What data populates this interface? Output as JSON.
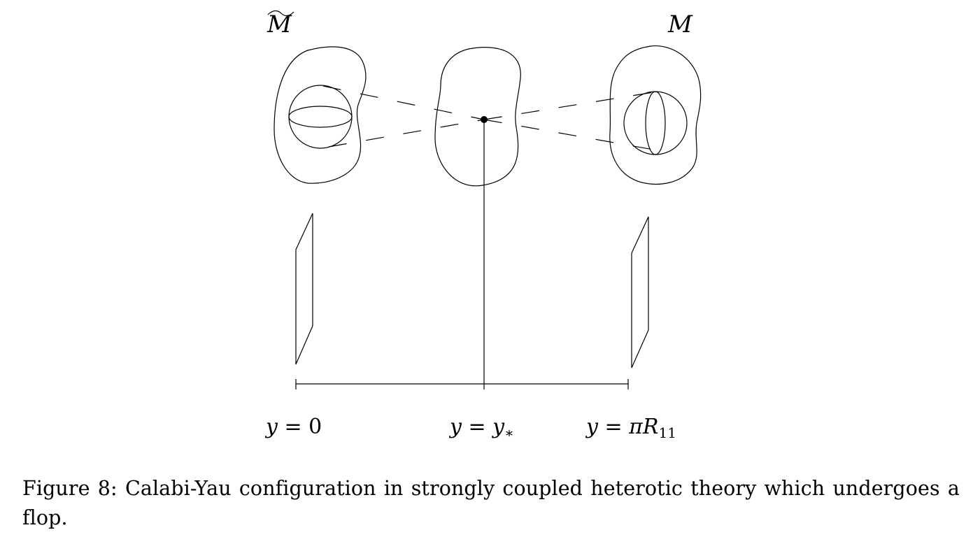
{
  "labels": {
    "left_manifold": "M",
    "right_manifold": "M",
    "pos_left_var": "y",
    "pos_left_eq": " = 0",
    "pos_mid_var": "y",
    "pos_mid_eq": " = ",
    "pos_mid_val": "y",
    "pos_mid_sub": "∗",
    "pos_right_var": "y",
    "pos_right_eq": " = ",
    "pos_right_val": "πR",
    "pos_right_sub": "11"
  },
  "caption": {
    "prefix": "Figure 8:",
    "text": "Calabi-Yau configuration in strongly coupled heterotic theory which undergoes a flop."
  }
}
